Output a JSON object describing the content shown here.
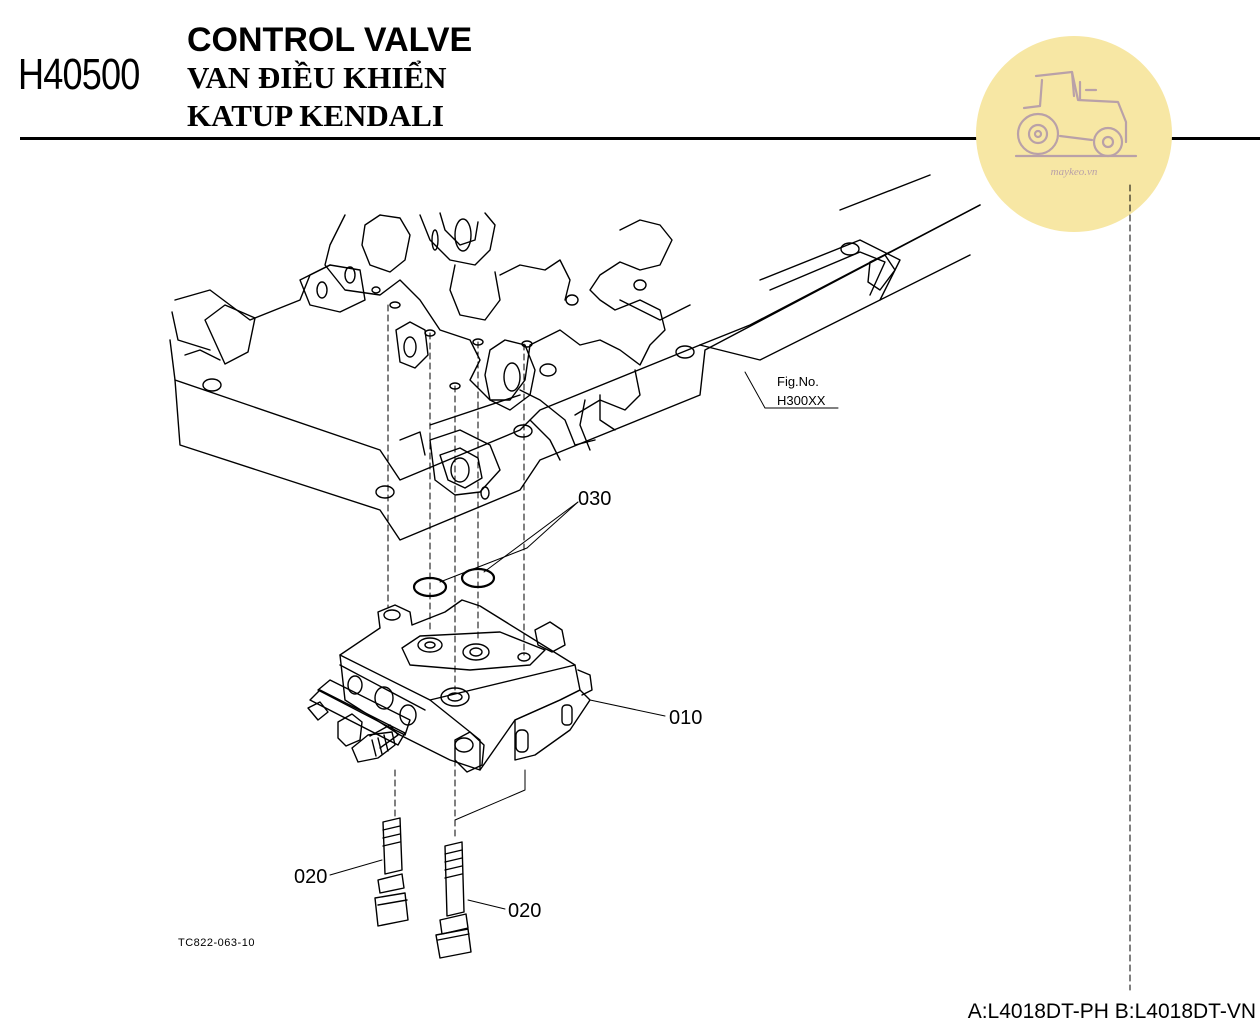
{
  "header": {
    "code": "H40500",
    "title_en": "CONTROL VALVE",
    "title_vi": "VAN ĐIỀU KHIỂN",
    "title_id": "KATUP KENDALI"
  },
  "logo": {
    "icon": "tractor-icon",
    "text": "maykeo.vn",
    "color": "#f7e7a4"
  },
  "diagram": {
    "fig_ref_label": "Fig.No.",
    "fig_ref_code": "H300XX",
    "callouts": [
      {
        "id": "030",
        "label": "030"
      },
      {
        "id": "010",
        "label": "010"
      },
      {
        "id": "020a",
        "label": "020"
      },
      {
        "id": "020b",
        "label": "020"
      }
    ],
    "drawing_code": "TC822-063-10"
  },
  "footer": {
    "models": "A:L4018DT-PH B:L4018DT-VN"
  }
}
